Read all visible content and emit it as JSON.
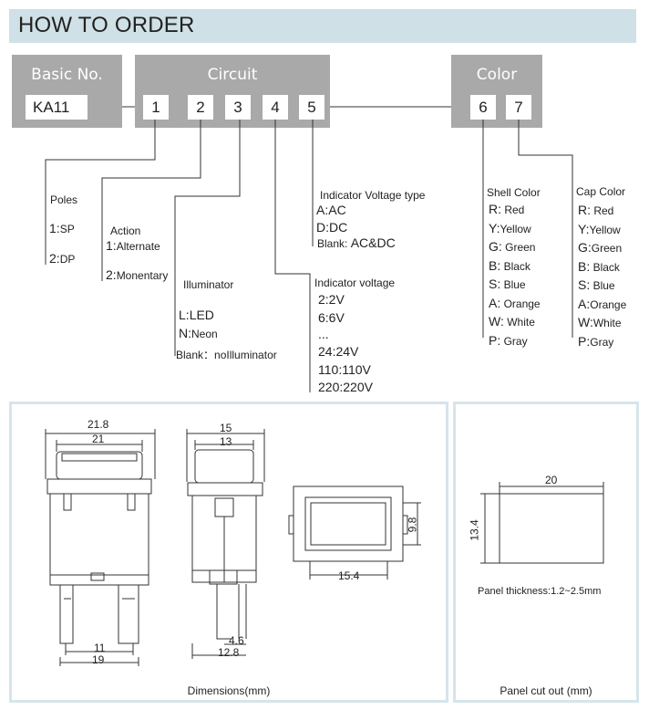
{
  "title": "HOW TO ORDER",
  "basic": {
    "header": "Basic No.",
    "value": "KA11"
  },
  "circuit": {
    "header": "Circuit",
    "digits": [
      "1",
      "2",
      "3",
      "4",
      "5"
    ]
  },
  "color": {
    "header": "Color",
    "digits": [
      "6",
      "7"
    ]
  },
  "poles": {
    "title": "Poles",
    "items": [
      [
        "1:",
        "SP"
      ],
      [
        "2:",
        "DP"
      ]
    ]
  },
  "action": {
    "title": "Action",
    "items": [
      [
        "1:",
        "Alternate"
      ],
      [
        "2:",
        "Monentary"
      ]
    ]
  },
  "illum": {
    "title": "Illuminator",
    "items": [
      [
        "L:",
        "LED"
      ],
      [
        "N:",
        "Neon"
      ],
      [
        "Blank：",
        "noIlluminator"
      ]
    ]
  },
  "vtype": {
    "title": "Indicator Voltage type",
    "items": [
      [
        "A:",
        "AC"
      ],
      [
        "D:",
        "DC"
      ],
      [
        "Blank:",
        "AC&DC"
      ]
    ]
  },
  "volt": {
    "title": "Indicator voltage",
    "items": [
      "2:2V",
      "6:6V",
      "...",
      "24:24V",
      "110:110V",
      "220:220V"
    ]
  },
  "shell": {
    "title": "Shell Color",
    "items": [
      [
        "R:",
        "Red"
      ],
      [
        "Y:",
        "Yellow"
      ],
      [
        "G:",
        "Green"
      ],
      [
        "B:",
        "Black"
      ],
      [
        "S:",
        "Blue"
      ],
      [
        "A:",
        "Orange"
      ],
      [
        "W:",
        "White"
      ],
      [
        "P:",
        "Gray"
      ]
    ]
  },
  "cap": {
    "title": "Cap Color",
    "items": [
      [
        "R:",
        "Red"
      ],
      [
        "Y:",
        "Yellow"
      ],
      [
        "G:",
        "Green"
      ],
      [
        "B:",
        "Black"
      ],
      [
        "S:",
        "Blue"
      ],
      [
        "A:",
        "Orange"
      ],
      [
        "W:",
        "White"
      ],
      [
        "P:",
        "Gray"
      ]
    ]
  },
  "dims": {
    "d1": "21.8",
    "d2": "21",
    "d3": "11",
    "d4": "19",
    "d5": "15",
    "d6": "13",
    "d7": "4.6",
    "d8": "12.8",
    "d9": "9.8",
    "d10": "15.4",
    "caption": "Dimensions(mm)"
  },
  "cutout": {
    "w": "20",
    "h": "13.4",
    "thickness": "Panel thickness:1.2~2.5mm",
    "caption": "Panel cut out (mm)"
  }
}
